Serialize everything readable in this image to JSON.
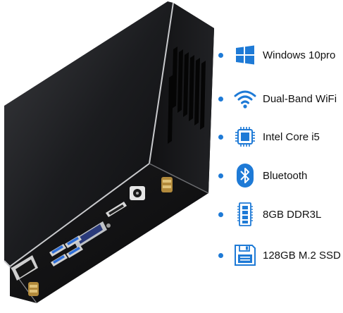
{
  "colors": {
    "accent": "#1e7ad6",
    "device_body": "#1c1c1e",
    "usb_port": "#2f6fd8"
  },
  "features": [
    {
      "icon": "windows-logo-icon",
      "label": "Windows 10pro"
    },
    {
      "icon": "wifi-icon",
      "label": "Dual-Band WiFi"
    },
    {
      "icon": "cpu-icon",
      "label": "Intel Core i5"
    },
    {
      "icon": "bluetooth-icon",
      "label": "Bluetooth"
    },
    {
      "icon": "ram-icon",
      "label": "8GB DDR3L"
    },
    {
      "icon": "ssd-icon",
      "label": "128GB M.2 SSD"
    }
  ]
}
